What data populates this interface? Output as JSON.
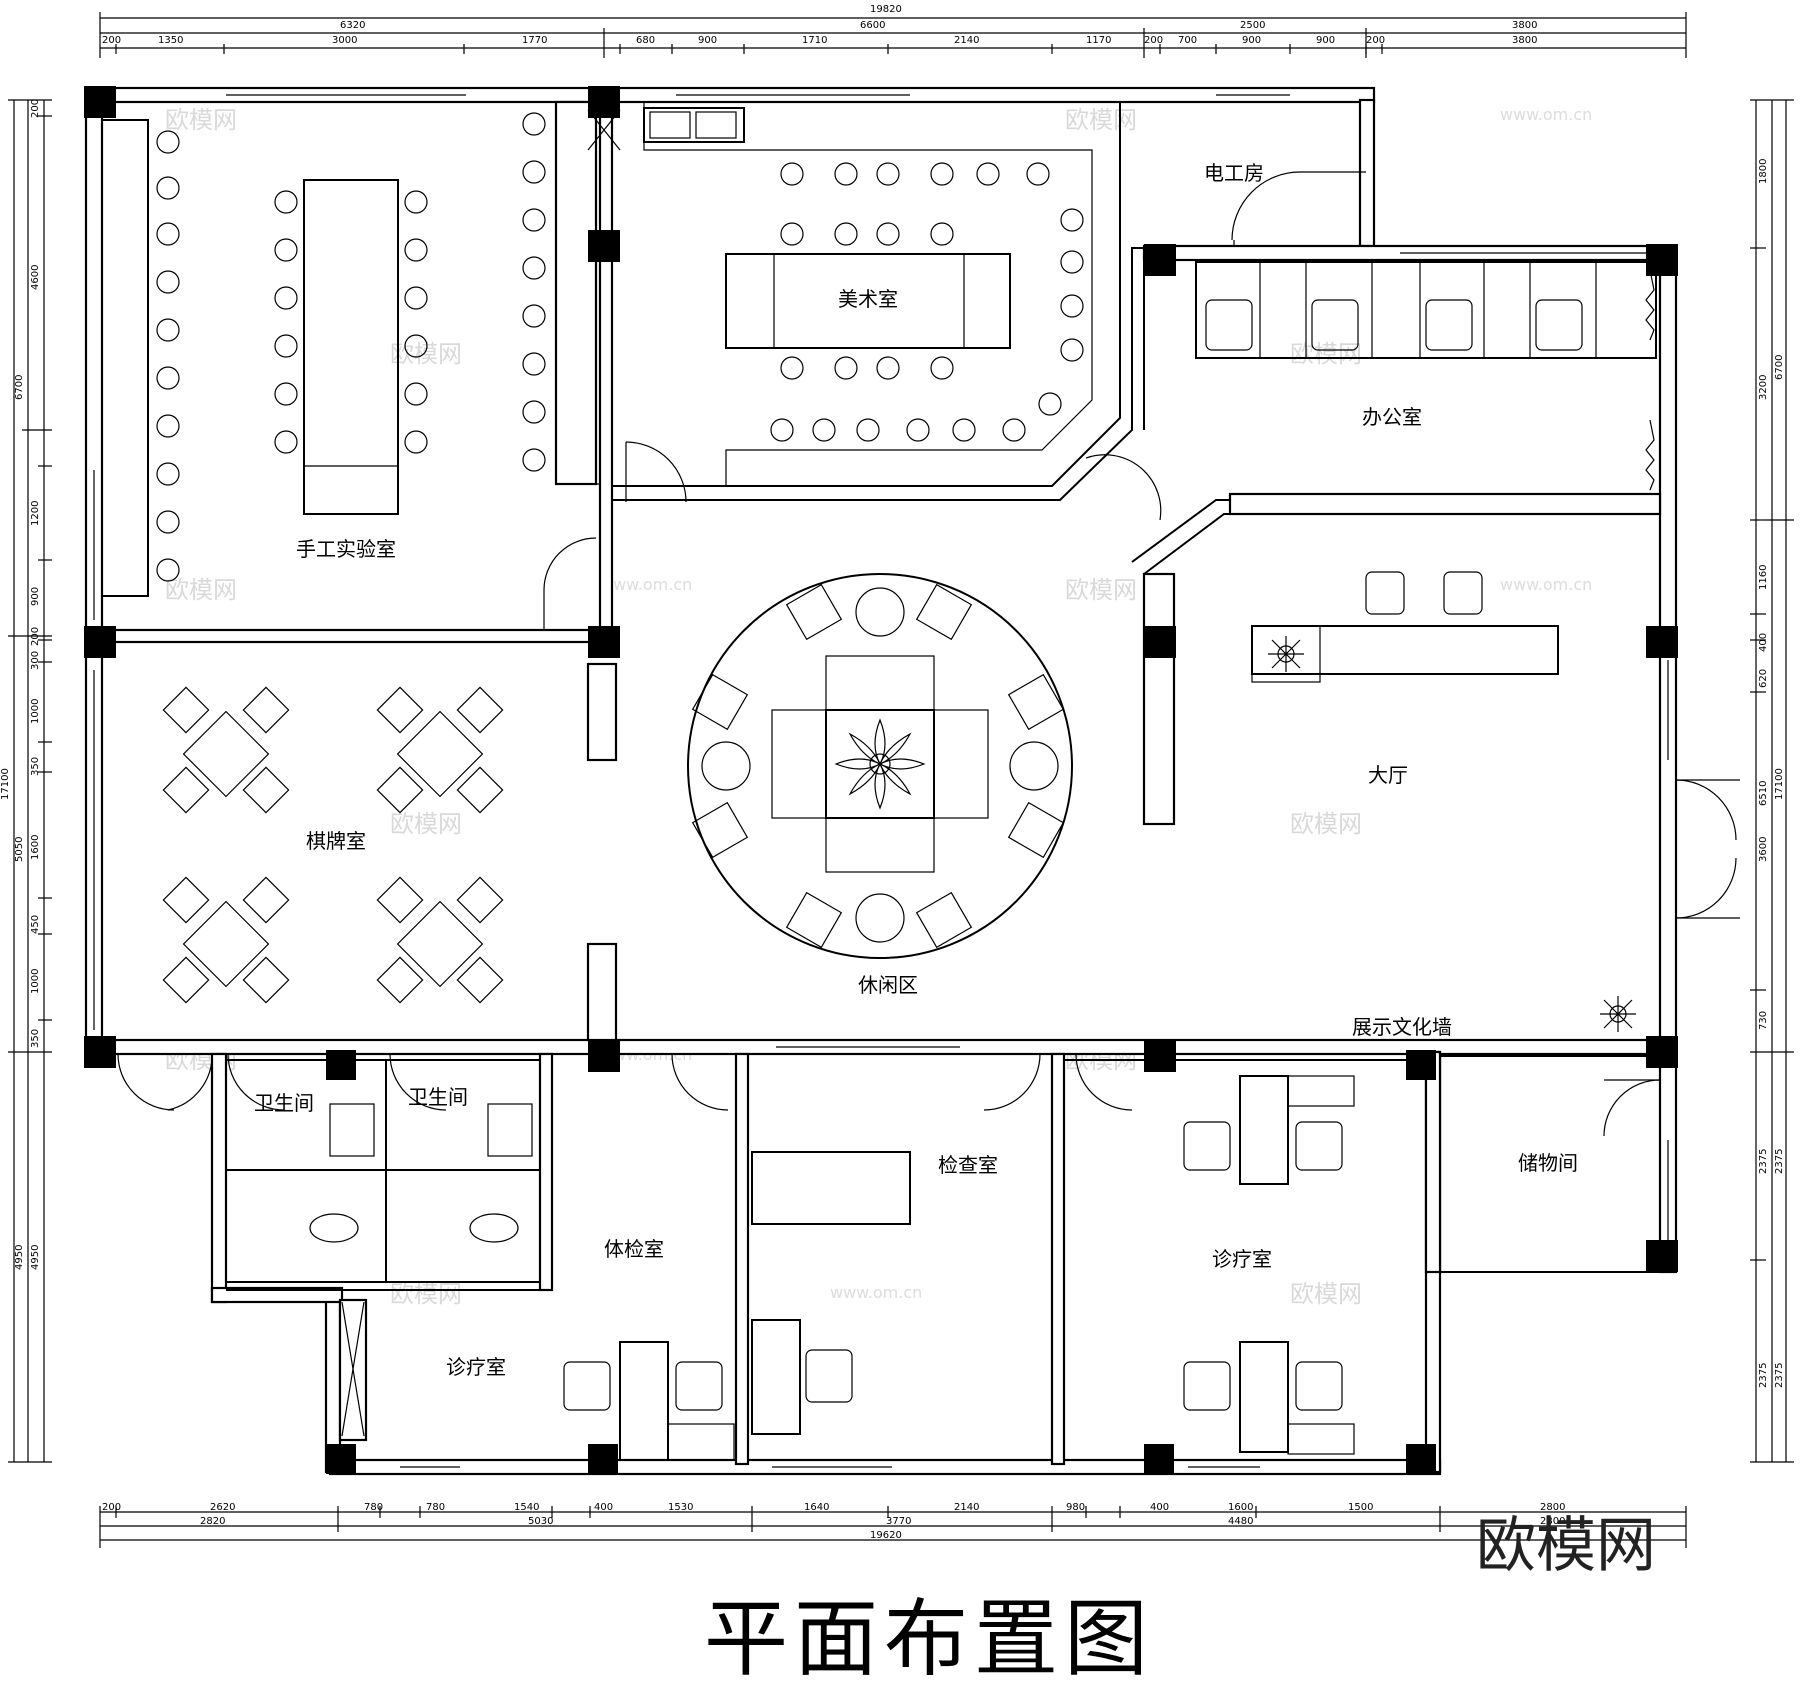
{
  "title": "平面布置图",
  "logo": "欧模网",
  "watermark": {
    "cn": "欧模网",
    "url": "www.om.cn"
  },
  "rooms": {
    "handcraft_lab": "手工实验室",
    "art_room": "美术室",
    "electrical_room": "电工房",
    "office": "办公室",
    "chess_room": "棋牌室",
    "leisure_area": "休闲区",
    "lobby": "大厅",
    "culture_wall": "展示文化墙",
    "toilet_1": "卫生间",
    "toilet_2": "卫生间",
    "physical_exam_room": "体检室",
    "exam_room": "检查室",
    "clinic_room_left": "诊疗室",
    "clinic_room_right": "诊疗室",
    "storage_room": "储物间"
  },
  "dimensions": {
    "top_total": "19820",
    "top_groups": [
      "6320",
      "6600",
      "2500",
      "3800"
    ],
    "top_group_4_sub": "3800",
    "top_segments": [
      "200",
      "1350",
      "3000",
      "1770",
      "680",
      "900",
      "1710",
      "2140",
      "1170",
      "200",
      "700",
      "900",
      "900",
      "200"
    ],
    "bottom_total": "19620",
    "bottom_groups": [
      "2820",
      "5030",
      "3770",
      "4480",
      "2800"
    ],
    "bottom_group_5_sub": "2800",
    "bottom_segments": [
      "200",
      "2620",
      "780",
      "780",
      "1540",
      "400",
      "1530",
      "1640",
      "2140",
      "980",
      "400",
      "1600",
      "1500"
    ],
    "left_totals": [
      "6700",
      "17100",
      "4950"
    ],
    "left_groups": [
      "4600",
      "5050",
      "4950"
    ],
    "left_segments": [
      "200",
      "1200",
      "900",
      "200",
      "300",
      "1000",
      "350",
      "1600",
      "450",
      "1000",
      "350"
    ],
    "right_totals": [
      "6700",
      "17100"
    ],
    "right_groups": [
      "1800",
      "3200",
      "6510",
      "3600"
    ],
    "right_segments": [
      "1160",
      "400",
      "620",
      "730",
      "2375",
      "2375",
      "2375",
      "2375"
    ]
  }
}
